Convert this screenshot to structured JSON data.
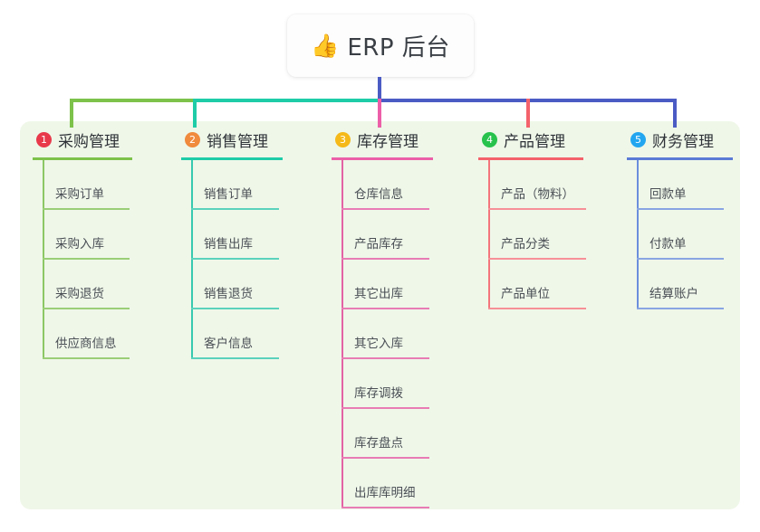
{
  "root": {
    "icon": "thumbs-up-icon",
    "icon_glyph": "👍",
    "title": "ERP 后台"
  },
  "colors": {
    "panel_bg": "#EFF7E9",
    "green": "#7DC24B",
    "teal": "#1ECCA8",
    "pink": "#EC5FA8",
    "red": "#F4626B",
    "blue": "#4B5BC4",
    "badge_1": "#E8394A",
    "badge_2": "#F08A3C",
    "badge_3": "#F5B919",
    "badge_4": "#27C24C",
    "badge_5": "#23A6F0"
  },
  "branches": [
    {
      "number": "1",
      "label": "采购管理",
      "items": [
        "采购订单",
        "采购入库",
        "采购退货",
        "供应商信息"
      ]
    },
    {
      "number": "2",
      "label": "销售管理",
      "items": [
        "销售订单",
        "销售出库",
        "销售退货",
        "客户信息"
      ]
    },
    {
      "number": "3",
      "label": "库存管理",
      "items": [
        "仓库信息",
        "产品库存",
        "其它出库",
        "其它入库",
        "库存调拨",
        "库存盘点",
        "出库库明细"
      ]
    },
    {
      "number": "4",
      "label": "产品管理",
      "items": [
        "产品（物料）",
        "产品分类",
        "产品单位"
      ]
    },
    {
      "number": "5",
      "label": "财务管理",
      "items": [
        "回款单",
        "付款单",
        "结算账户"
      ]
    }
  ]
}
